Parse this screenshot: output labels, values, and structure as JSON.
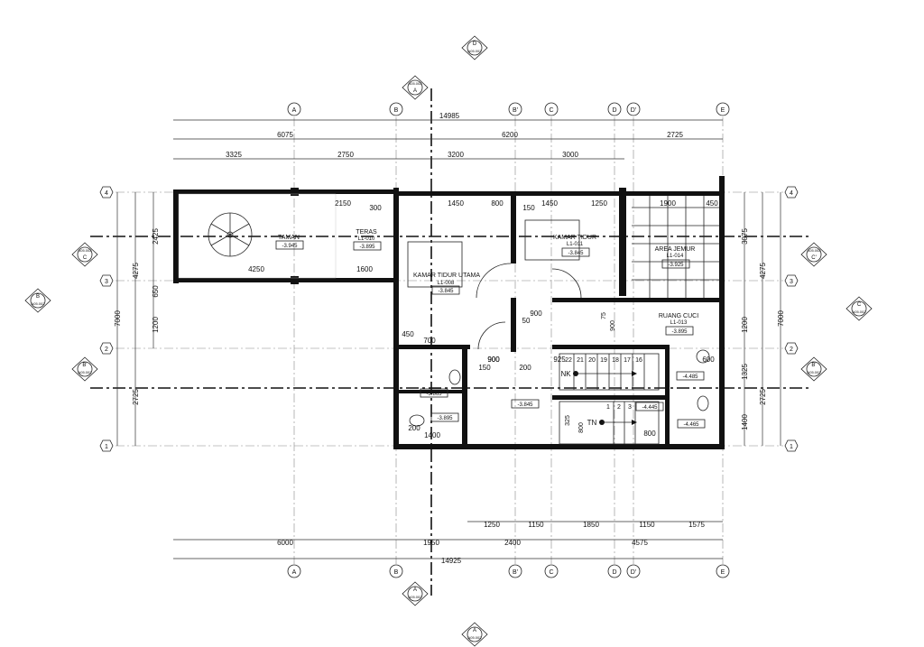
{
  "grid_cols": [
    "A",
    "B",
    "B'",
    "C",
    "D",
    "D'",
    "E"
  ],
  "grid_rows": [
    "4",
    "3",
    "2",
    "1"
  ],
  "top_dims": {
    "overall": "14985",
    "level2": [
      "6075",
      "6200",
      "2725"
    ],
    "level3": [
      "3325",
      "2750",
      "3200",
      "3000"
    ]
  },
  "bottom_dims": {
    "overall": "14925",
    "level2": [
      "6000",
      "1950",
      "2400",
      "4575"
    ],
    "level1": [
      "1250",
      "1150",
      "1850",
      "1150",
      "1575"
    ]
  },
  "left_dims": {
    "overall": "7000",
    "level2": [
      "4275",
      "2725"
    ],
    "level3": [
      "2425",
      "650",
      "1200"
    ]
  },
  "right_dims": {
    "overall": "7000",
    "level2": [
      "4275",
      "2725"
    ],
    "level3": [
      "3075",
      "1200",
      "1325",
      "1400"
    ]
  },
  "rooms": [
    {
      "name": "TAMAN",
      "code": "",
      "level": "-3.945"
    },
    {
      "name": "TERAS",
      "code": "L1-010",
      "level": "-3.895"
    },
    {
      "name": "KAMAR TIDUR UTAMA",
      "code": "L1-008",
      "level": "-3.845"
    },
    {
      "name": "KAMAR TIDUR",
      "code": "L1-011",
      "level": "-3.845"
    },
    {
      "name": "AREA JEMUR",
      "code": "L1-014",
      "level": "-3.925"
    },
    {
      "name": "RUANG CUCI",
      "code": "L1-013",
      "level": "-3.895"
    }
  ],
  "levels": {
    "bath1": "-3.865",
    "bath2": "-3.895",
    "hall": "-3.845",
    "stair_top": "-4.485",
    "stair_mid": "-4.445",
    "stair_bot": "-4.465"
  },
  "stairs": {
    "up_label": "NK",
    "down_label": "TN",
    "upper_steps": [
      "22",
      "21",
      "20",
      "19",
      "18",
      "17",
      "16"
    ],
    "lower_steps": [
      "1",
      "2",
      "3"
    ]
  },
  "inner_dims": [
    "2150",
    "300",
    "1450",
    "800",
    "150",
    "1450",
    "1250",
    "1900",
    "450",
    "4250",
    "1600",
    "900",
    "50",
    "900",
    "75",
    "900",
    "450",
    "700",
    "900",
    "150",
    "200",
    "925",
    "600",
    "200",
    "1400",
    "800",
    "325",
    "800"
  ],
  "section_tag": "A05.002",
  "section_letters": [
    "A",
    "B",
    "C",
    "D",
    "B'",
    "C'"
  ],
  "colors": {
    "ink": "#111111",
    "grid": "#888888",
    "hatch": "#bbbbbb"
  }
}
